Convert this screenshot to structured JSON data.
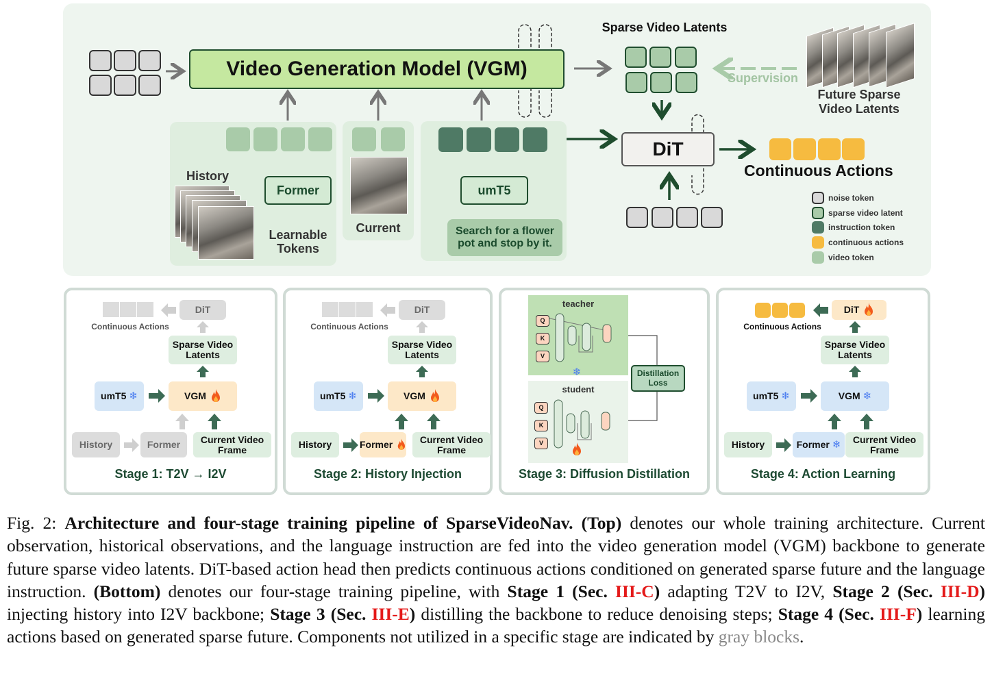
{
  "top": {
    "vgm_label": "Video Generation Model (VGM)",
    "history_label": "History",
    "former_label": "Former",
    "learnable_tokens_label": [
      "Learnable",
      "Tokens"
    ],
    "current_label": "Current",
    "umt5_label": "umT5",
    "instruction": [
      "Search for a flower",
      "pot and stop by it."
    ],
    "sparse_latents_label": "Sparse Video Latents",
    "supervision_label": "Supervision",
    "future_label": [
      "Future Sparse",
      "Video Latents"
    ],
    "dit_label": "DiT",
    "continuous_actions_label": "Continuous Actions",
    "legend": [
      {
        "label": "noise token",
        "color": "#d9d9d9"
      },
      {
        "label": "sparse video latent",
        "color": "#a9cba9"
      },
      {
        "label": "instruction token",
        "color": "#4f7a65"
      },
      {
        "label": "continuous actions",
        "color": "#f6bb40"
      },
      {
        "label": "video token",
        "color": "#a9cba9"
      }
    ]
  },
  "colors": {
    "frozen": "#d5e6f7",
    "trainable": "#fde8c8",
    "unused": "#dcdcdc",
    "data": "#deeee0",
    "title": "#1d4a32",
    "ref_red": "#e41a1a"
  },
  "stages": [
    {
      "title": "Stage 1: T2V → I2V",
      "labels": {
        "dit": "DiT",
        "actions": "Continuous Actions",
        "svl": "Sparse Video Latents",
        "umt5": "umT5",
        "vgm": "VGM",
        "history": "History",
        "former": "Former",
        "cvf": "Current Video Frame"
      },
      "state": {
        "actions": "gray",
        "dit": "gray",
        "umt5": "frozen",
        "vgm": "trainable",
        "history": "gray",
        "former": "gray",
        "former_arrow": "gray"
      }
    },
    {
      "title": "Stage 2: History Injection",
      "labels": {
        "dit": "DiT",
        "actions": "Continuous Actions",
        "svl": "Sparse Video Latents",
        "umt5": "umT5",
        "vgm": "VGM",
        "history": "History",
        "former": "Former",
        "cvf": "Current Video Frame"
      },
      "state": {
        "actions": "gray",
        "dit": "gray",
        "umt5": "frozen",
        "vgm": "trainable",
        "history": "data",
        "former": "trainable",
        "former_arrow": "dark"
      }
    },
    {
      "title": "Stage 3: Diffusion Distillation",
      "teacher": "teacher",
      "student": "student",
      "loss": [
        "Distillation",
        "Loss"
      ],
      "qkv": [
        "Q",
        "K",
        "V"
      ],
      "state": {
        "teacher": "frozen",
        "student": "trainable"
      }
    },
    {
      "title": "Stage 4: Action Learning",
      "labels": {
        "dit": "DiT",
        "actions": "Continuous Actions",
        "svl": "Sparse Video Latents",
        "umt5": "umT5",
        "vgm": "VGM",
        "history": "History",
        "former": "Former",
        "cvf": "Current Video Frame"
      },
      "state": {
        "actions": "active",
        "dit": "trainable",
        "umt5": "frozen",
        "vgm": "frozen",
        "history": "data",
        "former": "frozen",
        "former_arrow": "dark"
      }
    }
  ],
  "caption": [
    {
      "text": "Fig. 2: ",
      "style": ""
    },
    {
      "text": "Architecture and four-stage training pipeline of SparseVideoNav.",
      "style": "bold"
    },
    {
      "text": " ",
      "style": ""
    },
    {
      "text": "(Top)",
      "style": "bold"
    },
    {
      "text": " denotes our whole training architecture. Current observation, historical observations, and the language instruction are fed into the video generation model (VGM) backbone to generate future sparse video latents. DiT-based action head then predicts continuous actions conditioned on generated sparse future and the language instruction. ",
      "style": ""
    },
    {
      "text": "(Bottom)",
      "style": "bold"
    },
    {
      "text": " denotes our four-stage training pipeline, with ",
      "style": ""
    },
    {
      "text": "Stage 1 (Sec. ",
      "style": "bold"
    },
    {
      "text": "III-C",
      "style": "red"
    },
    {
      "text": ")",
      "style": "bold"
    },
    {
      "text": " adapting T2V to I2V, ",
      "style": ""
    },
    {
      "text": "Stage 2 (Sec. ",
      "style": "bold"
    },
    {
      "text": "III-D",
      "style": "red"
    },
    {
      "text": ")",
      "style": "bold"
    },
    {
      "text": " injecting history into I2V backbone; ",
      "style": ""
    },
    {
      "text": "Stage 3 (Sec. ",
      "style": "bold"
    },
    {
      "text": "III-E",
      "style": "red"
    },
    {
      "text": ")",
      "style": "bold"
    },
    {
      "text": " distilling the backbone to reduce denoising steps; ",
      "style": ""
    },
    {
      "text": "Stage 4 (Sec. ",
      "style": "bold"
    },
    {
      "text": "III-F",
      "style": "red"
    },
    {
      "text": ")",
      "style": "bold"
    },
    {
      "text": " learning actions based on generated sparse future. Components not utilized in a specific stage are indicated by ",
      "style": ""
    },
    {
      "text": "gray blocks",
      "style": "gray"
    },
    {
      "text": ".",
      "style": ""
    }
  ]
}
